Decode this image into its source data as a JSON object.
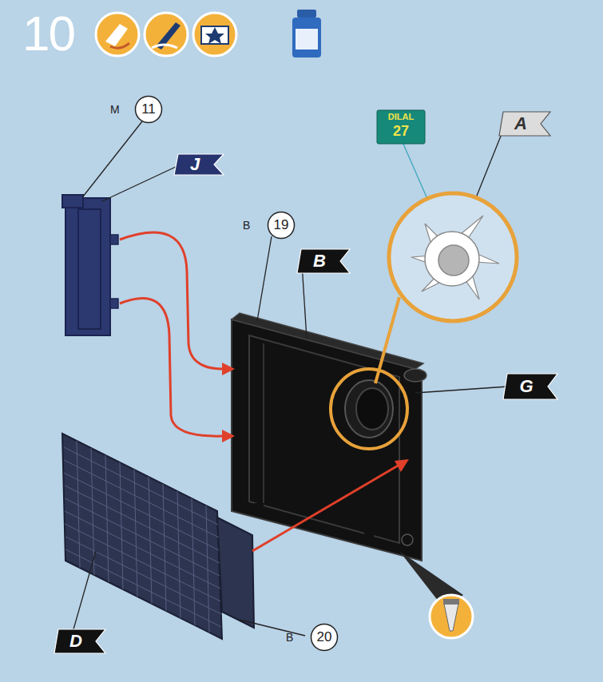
{
  "diagram": {
    "nodes": [
      {
        "text": [
          "M",
          "11"
        ]
      },
      {
        "text": [
          "J"
        ]
      },
      {
        "text": [
          "DILAL",
          "27"
        ]
      },
      {
        "text": [
          "A"
        ]
      },
      {
        "text": [
          "B",
          "19"
        ]
      },
      {
        "text": [
          "B"
        ]
      },
      {
        "text": [
          "G"
        ]
      },
      {
        "text": [
          "B",
          "20"
        ]
      },
      {
        "text": [
          "D"
        ]
      }
    ],
    "labels": [
      "10"
    ]
  }
}
